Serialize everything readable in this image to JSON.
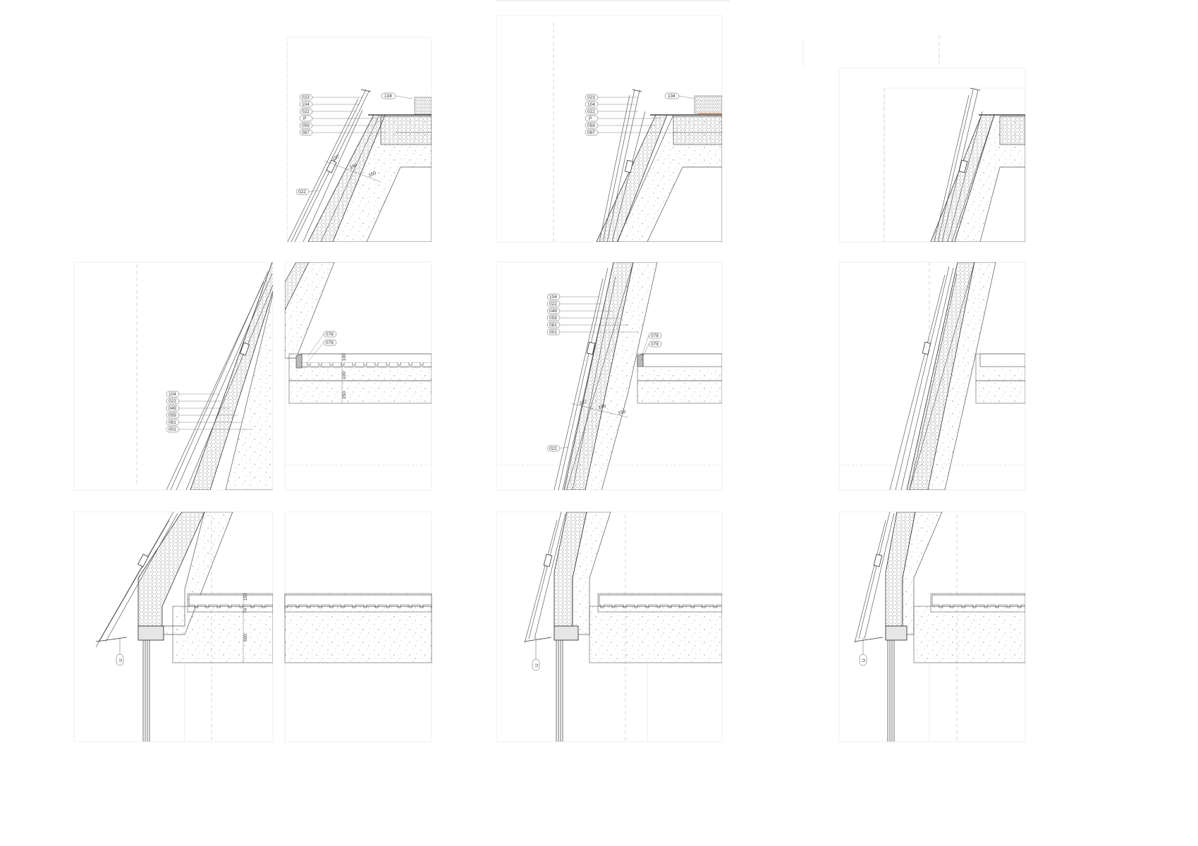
{
  "sheet": {
    "background": "#ffffff",
    "line_color": "#3a3a3a",
    "panel_border_color": "#ececec",
    "insulation_fill": "#f7f7f7"
  },
  "detail_1": {
    "tags": [
      "023",
      "104",
      "022",
      "P",
      "059",
      "087"
    ],
    "roof_tag": "134",
    "dims": [
      "137",
      "140",
      "150"
    ],
    "bottom_tag": "022"
  },
  "detail_2": {
    "tags": [
      "023",
      "104",
      "022",
      "P",
      "059",
      "087"
    ],
    "roof_tag": "134"
  },
  "detail_4": {
    "tags": [
      "104",
      "022",
      "049",
      "059",
      "081",
      "001"
    ]
  },
  "detail_5": {
    "tags": [
      "078",
      "079"
    ],
    "dims": [
      "100",
      "100",
      "150"
    ]
  },
  "detail_6": {
    "tags": [
      "104",
      "022",
      "049",
      "059",
      "081",
      "001"
    ],
    "right_tags": [
      "078",
      "079"
    ],
    "dims": [
      "137",
      "140",
      "150"
    ],
    "bottom_tag": "022"
  },
  "detail_8": {
    "dims": [
      "150",
      "74",
      "500"
    ],
    "section_mark": "U"
  },
  "detail_10": {
    "section_mark": "U"
  },
  "detail_11": {
    "section_mark": "U"
  }
}
